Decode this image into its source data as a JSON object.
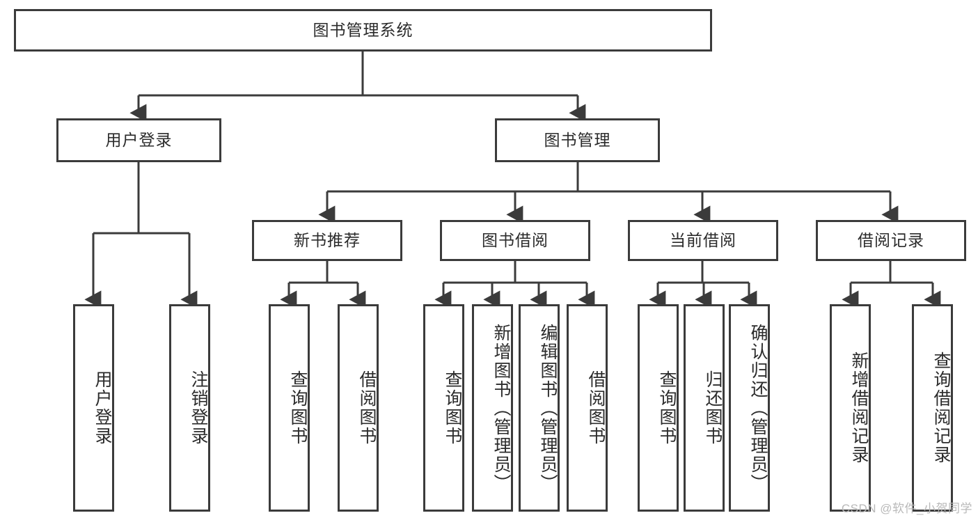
{
  "diagram": {
    "title_node": {
      "label": "图书管理系统"
    },
    "level2": [
      {
        "id": "user-login",
        "label": "用户登录"
      },
      {
        "id": "book-management",
        "label": "图书管理"
      }
    ],
    "level3": [
      {
        "id": "new-book-recommend",
        "label": "新书推荐"
      },
      {
        "id": "book-borrow",
        "label": "图书借阅"
      },
      {
        "id": "current-borrow",
        "label": "当前借阅"
      },
      {
        "id": "borrow-record",
        "label": "借阅记录"
      }
    ],
    "leaves": {
      "user_login": [
        {
          "id": "leaf-user-login",
          "label": "用户登录"
        },
        {
          "id": "leaf-logout-login",
          "label": "注销登录"
        }
      ],
      "new_book_recommend": [
        {
          "id": "leaf-query-book-1",
          "label": "查询图书"
        },
        {
          "id": "leaf-borrow-book-1",
          "label": "借阅图书"
        }
      ],
      "book_borrow": [
        {
          "id": "leaf-query-book-2",
          "label": "查询图书"
        },
        {
          "id": "leaf-add-book",
          "label": "新增图书（管理员）"
        },
        {
          "id": "leaf-edit-book",
          "label": "编辑图书（管理员）"
        },
        {
          "id": "leaf-borrow-book-2",
          "label": "借阅图书"
        }
      ],
      "current_borrow": [
        {
          "id": "leaf-query-book-3",
          "label": "查询图书"
        },
        {
          "id": "leaf-return-book",
          "label": "归还图书"
        },
        {
          "id": "leaf-confirm-return",
          "label": "确认归还（管理员）"
        }
      ],
      "borrow_record": [
        {
          "id": "leaf-add-borrow-record",
          "label": "新增借阅记录"
        },
        {
          "id": "leaf-query-borrow-record",
          "label": "查询借阅记录"
        }
      ]
    },
    "watermark": "CSDN @软件_小贺同学",
    "colors": {
      "border": "#3b3b3b",
      "background": "#ffffff",
      "text": "#2b2b2b",
      "watermark": "#b9b9b9"
    }
  }
}
